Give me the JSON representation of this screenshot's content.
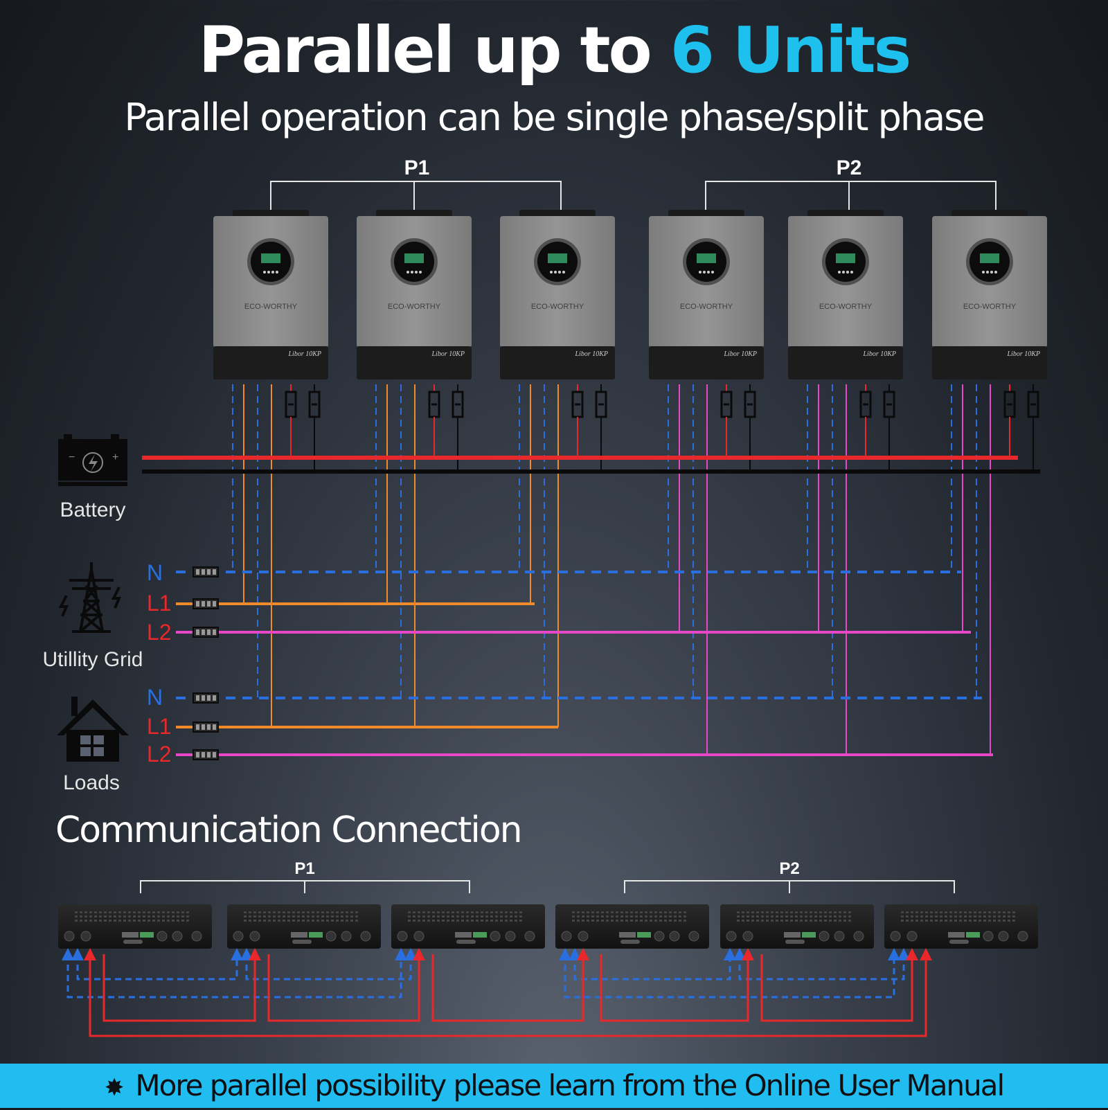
{
  "header": {
    "title_main": "Parallel up to ",
    "title_accent": "6 Units",
    "subtitle": "Parallel operation can be single phase/split phase"
  },
  "groups": {
    "p1": "P1",
    "p2": "P2"
  },
  "inverter": {
    "brand": "ECO-WORTHY",
    "model": "Libor 10KP",
    "count": 6
  },
  "sources": {
    "battery": "Battery",
    "grid": "Utillity Grid",
    "loads": "Loads"
  },
  "phases": {
    "n": "N",
    "l1": "L1",
    "l2": "L2"
  },
  "communication": {
    "title": "Communication Connection",
    "p1": "P1",
    "p2": "P2"
  },
  "footer": {
    "icon": "gear-icon",
    "text": "More parallel possibility please learn from the Online User Manual"
  },
  "colors": {
    "accent": "#1ec0ee",
    "battery_positive": "#e8282b",
    "battery_negative": "#0a0a0a",
    "neutral": "#2a6fe0",
    "l1": "#f08a2a",
    "l2": "#e848c8",
    "footer_bg": "#22bdf0"
  }
}
